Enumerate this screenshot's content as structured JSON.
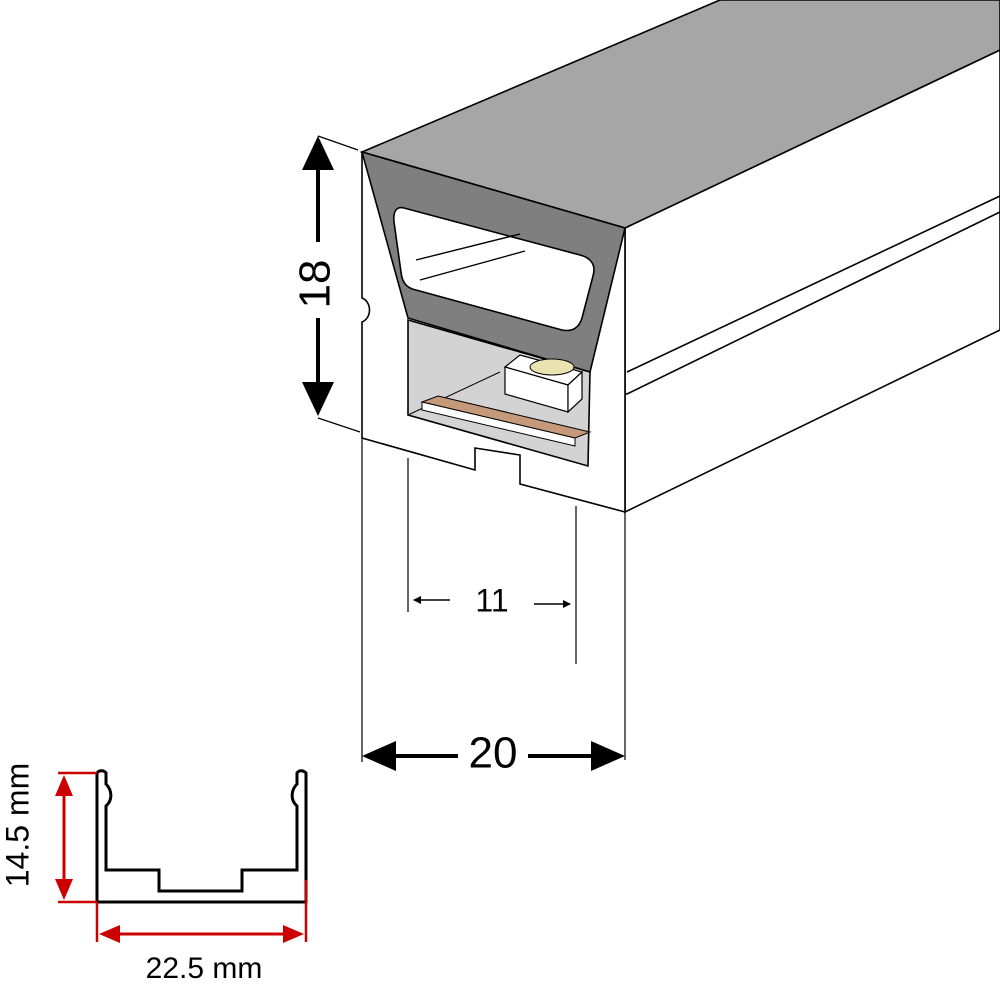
{
  "figure": {
    "dimensions": {
      "height": "18",
      "led_width": "11",
      "width": "20"
    },
    "channel_profile": {
      "height": "14.5 mm",
      "width": "22.5 mm"
    },
    "colors": {
      "background": "#ffffff",
      "outline": "#000000",
      "profile_body": "#ffffff",
      "top_face": "#a6a6a6",
      "end_cap": "#7f7f7f",
      "led_channel": "#d3d3d3",
      "pcb_strip": "#c49a7a",
      "led_chip": "#e8e3b0",
      "dimension_arrow": "#000000",
      "profile_dimension": "#cc0000"
    }
  }
}
